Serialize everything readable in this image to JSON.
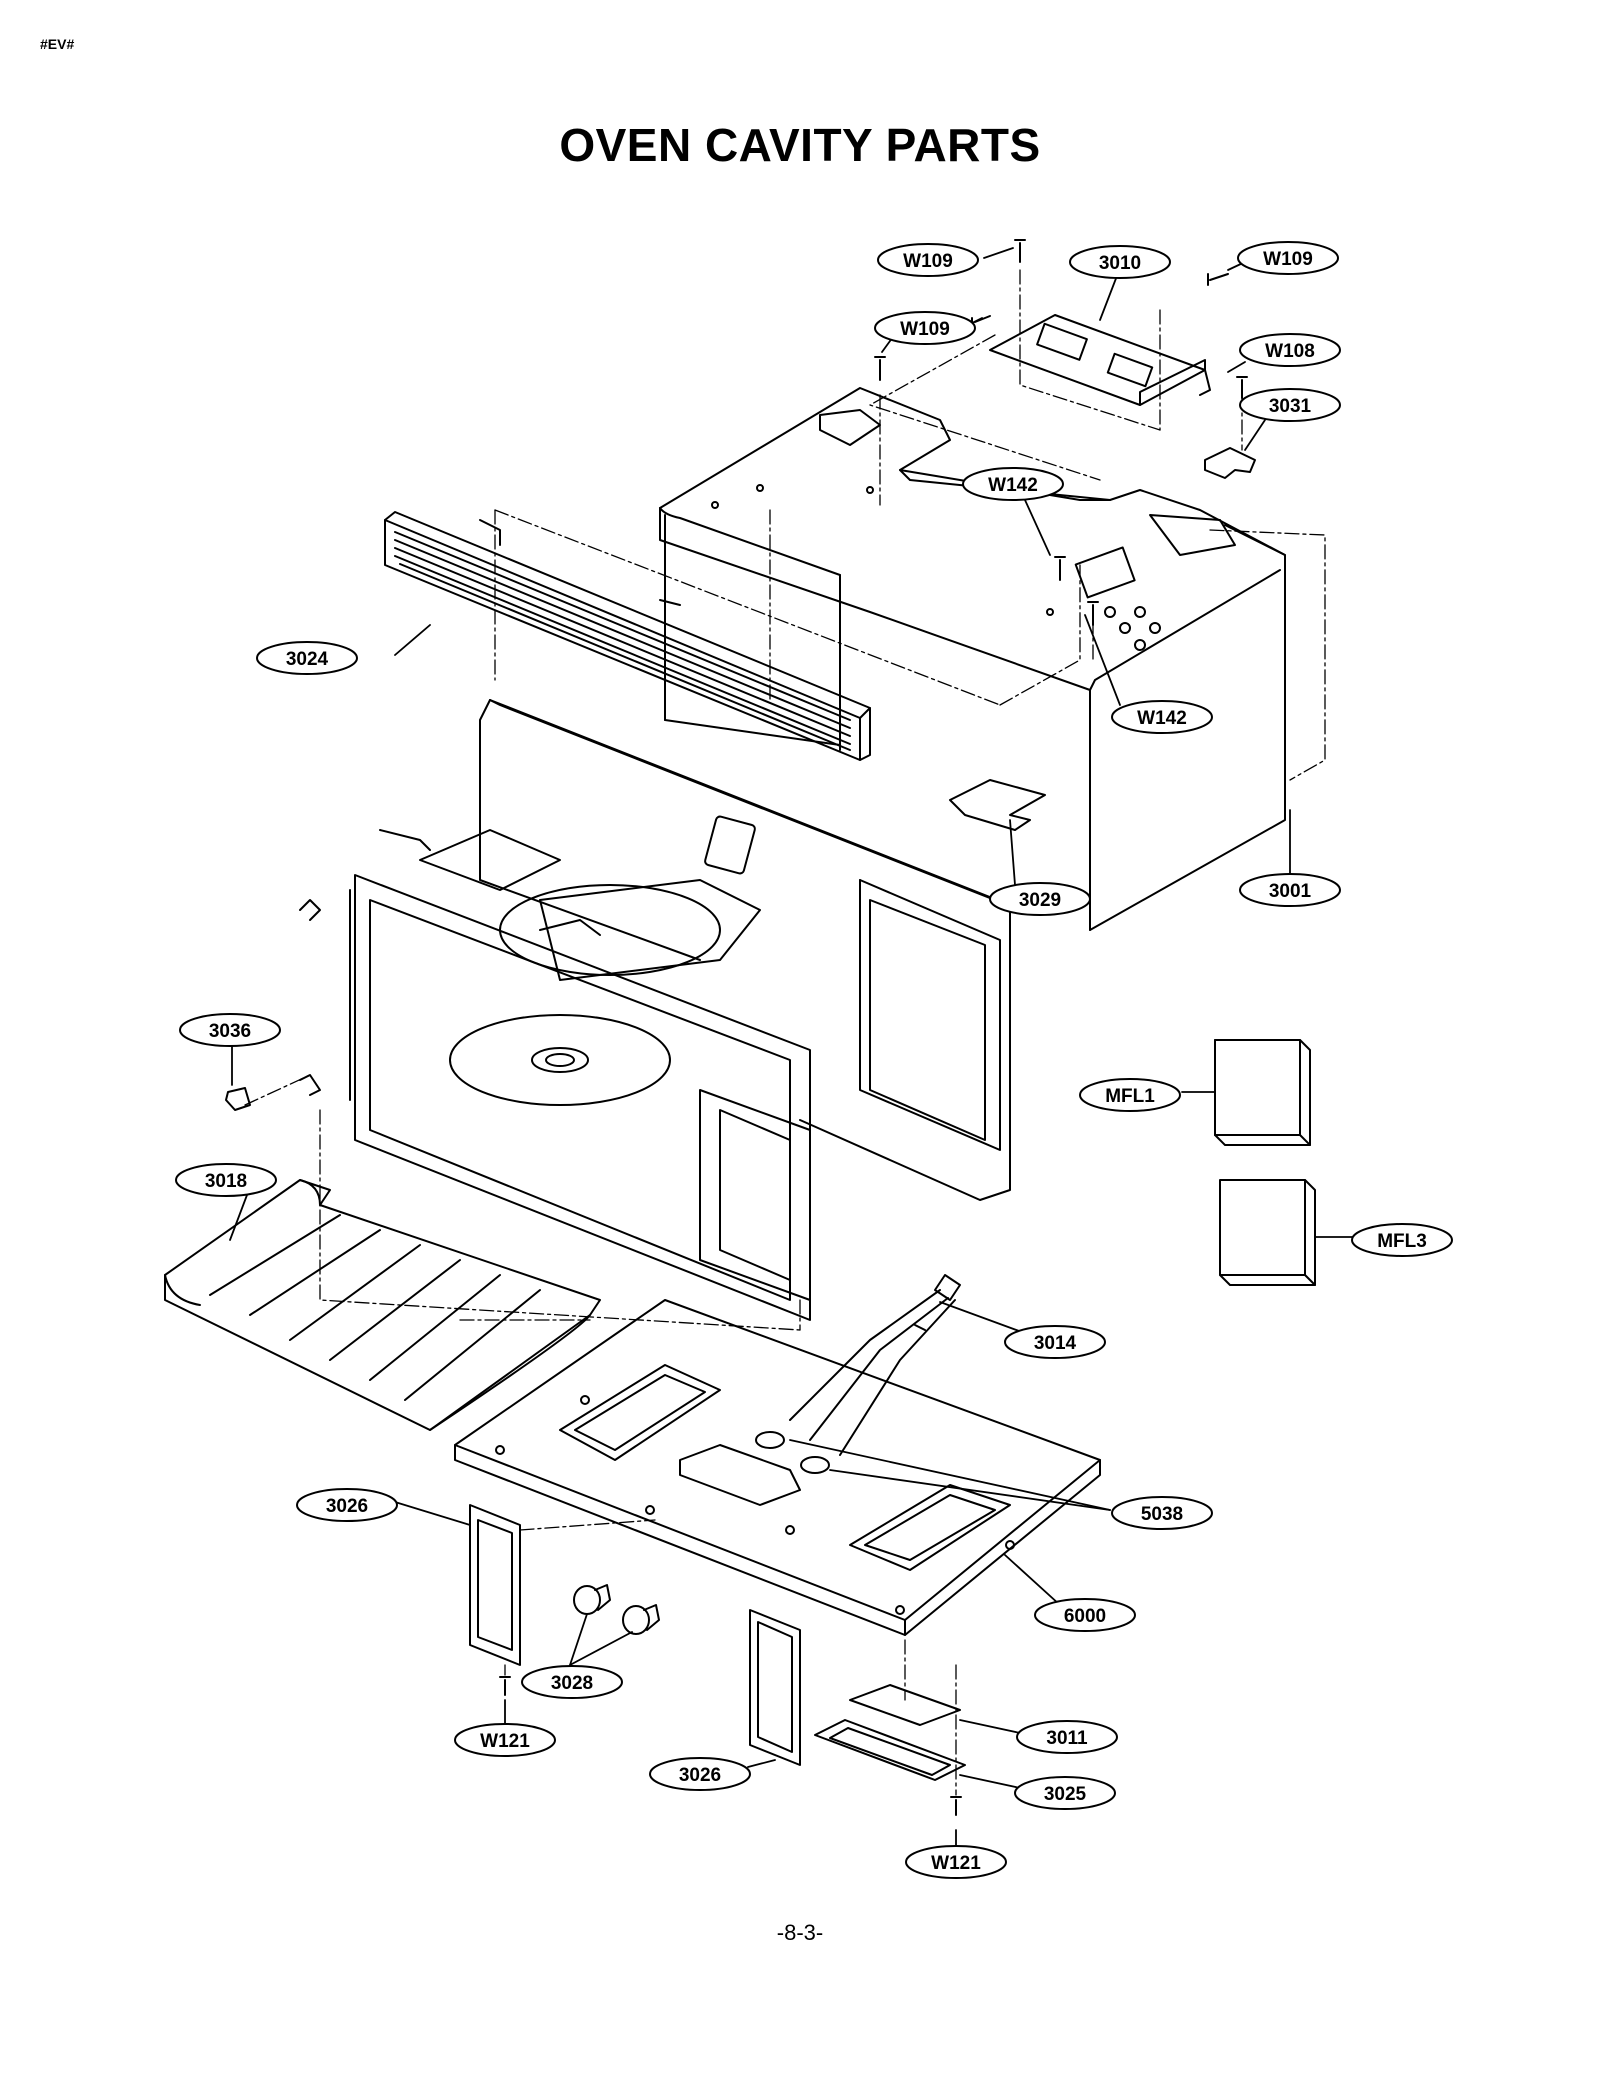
{
  "header": {
    "tag": "#EV#"
  },
  "title": "OVEN CAVITY PARTS",
  "footer": {
    "page": "-8-3-"
  },
  "callouts": {
    "w109_a": "W109",
    "p3010": "3010",
    "w109_b": "W109",
    "w109_c": "W109",
    "w108": "W108",
    "p3031": "3031",
    "w142_a": "W142",
    "w142_b": "W142",
    "p3024": "3024",
    "p3029": "3029",
    "p3001": "3001",
    "p3036": "3036",
    "mfl1": "MFL1",
    "mfl3": "MFL3",
    "p3018": "3018",
    "p3014": "3014",
    "p3026_a": "3026",
    "p5038": "5038",
    "p6000": "6000",
    "p3028": "3028",
    "w121_a": "W121",
    "p3011": "3011",
    "p3026_b": "3026",
    "p3025": "3025",
    "w121_b": "W121"
  }
}
